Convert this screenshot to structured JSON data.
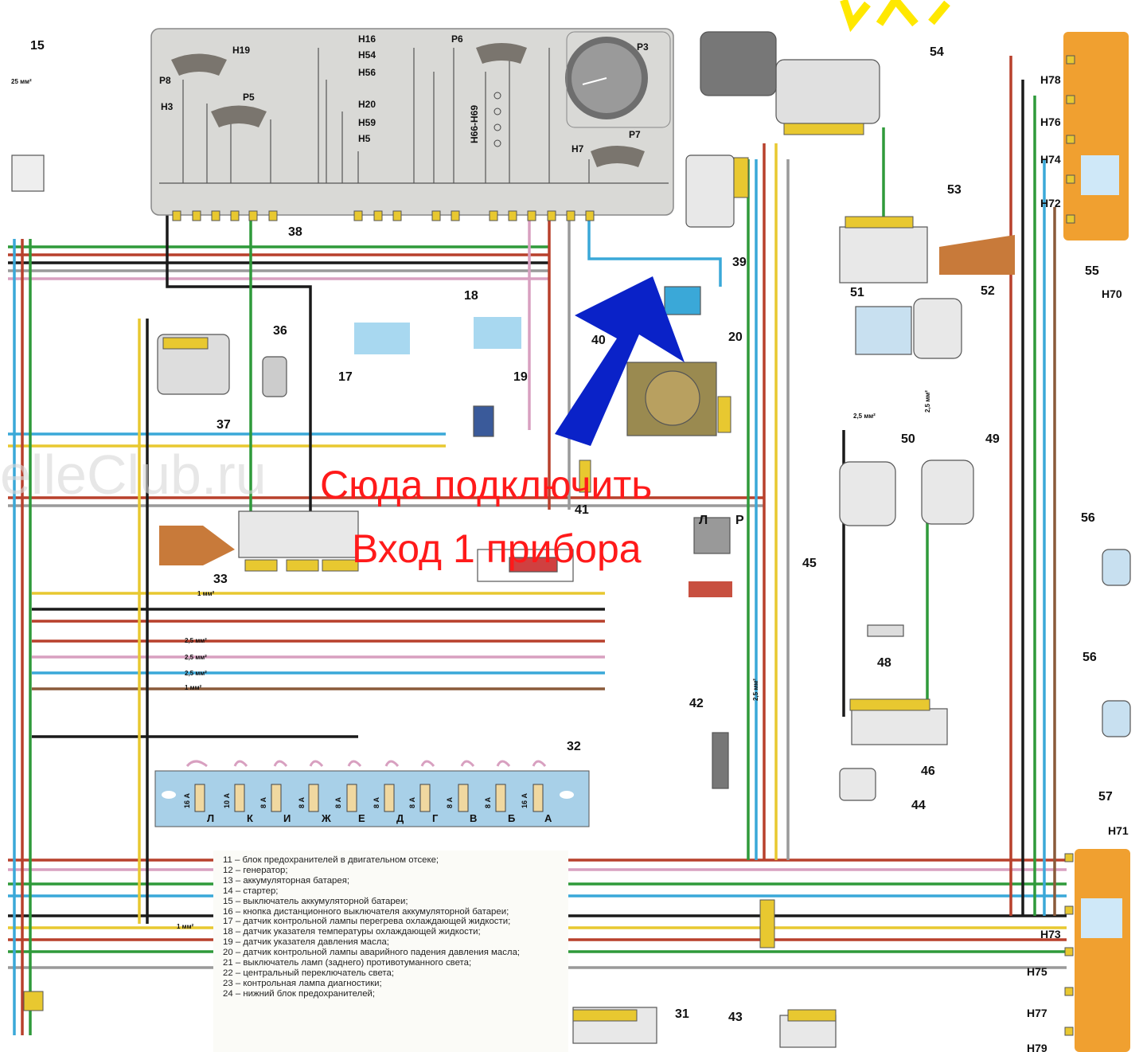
{
  "watermark": "elleClub.ru",
  "annotation": {
    "line1": "Сюда подключить",
    "line2": "Вход 1 прибора",
    "arrow_color": "#0a22c8"
  },
  "instrument_cluster": {
    "number": "38",
    "items": [
      "H19",
      "P8",
      "H3",
      "P5",
      "H16",
      "H54",
      "H56",
      "H20",
      "H59",
      "H5",
      "P6",
      "H66-H69",
      "P3",
      "H7",
      "P7"
    ]
  },
  "components": [
    "15",
    "17",
    "18",
    "19",
    "20",
    "31",
    "32",
    "33",
    "36",
    "37",
    "39",
    "40",
    "41",
    "42",
    "43",
    "44",
    "45",
    "46",
    "48",
    "49",
    "50",
    "51",
    "52",
    "53",
    "54",
    "55",
    "56",
    "57"
  ],
  "lamps": [
    "H78",
    "H76",
    "H74",
    "H72",
    "H70",
    "H71",
    "H73",
    "H75",
    "H77",
    "H79"
  ],
  "wire_sizes": [
    "25 мм²",
    "1 мм²",
    "2,5 мм²",
    "2,5 мм²",
    "2,5 мм²",
    "1 мм²",
    "1 мм²",
    "2,5 мм²",
    "2,5 мм²",
    "2,5 мм²"
  ],
  "switch_marks": {
    "left": "Л",
    "right": "Р"
  },
  "fuse_box": {
    "letters": [
      "Л",
      "К",
      "И",
      "Ж",
      "Е",
      "Д",
      "Г",
      "В",
      "Б",
      "А"
    ],
    "ratings": [
      "16 А",
      "10 А",
      "8 А",
      "8 А",
      "8 А",
      "8 А",
      "8 А",
      "8 А",
      "8 А",
      "16 А"
    ]
  },
  "legend": [
    "11 – блок предохранителей в двигательном отсеке;",
    "12 – генератор;",
    "13 – аккумуляторная батарея;",
    "14 – стартер;",
    "15 – выключатель аккумуляторной батареи;",
    "16 – кнопка дистанционного выключателя аккумуляторной батареи;",
    "17 – датчик контрольной лампы перегрева охлаждающей жидкости;",
    "18 – датчик указателя температуры охлаждающей жидкости;",
    "19 – датчик указателя давления масла;",
    "20 – датчик контрольной лампы аварийного падения давления масла;",
    "21 – выключатель ламп (заднего) противотуманного света;",
    "22 – центральный переключатель света;",
    "23 – контрольная лампа диагностики;",
    "24 – нижний блок предохранителей;"
  ],
  "colors": {
    "wire_red": "#b8402c",
    "wire_green": "#2f9a3a",
    "wire_blue": "#3aa8d8",
    "wire_yellow": "#e8c830",
    "wire_black": "#1a1a1a",
    "wire_brown": "#8a5a3a",
    "wire_gray": "#9a9a9a",
    "wire_pink": "#d8a0c0",
    "panel": "#d9d9d6",
    "lamp_orange": "#f0a030"
  }
}
